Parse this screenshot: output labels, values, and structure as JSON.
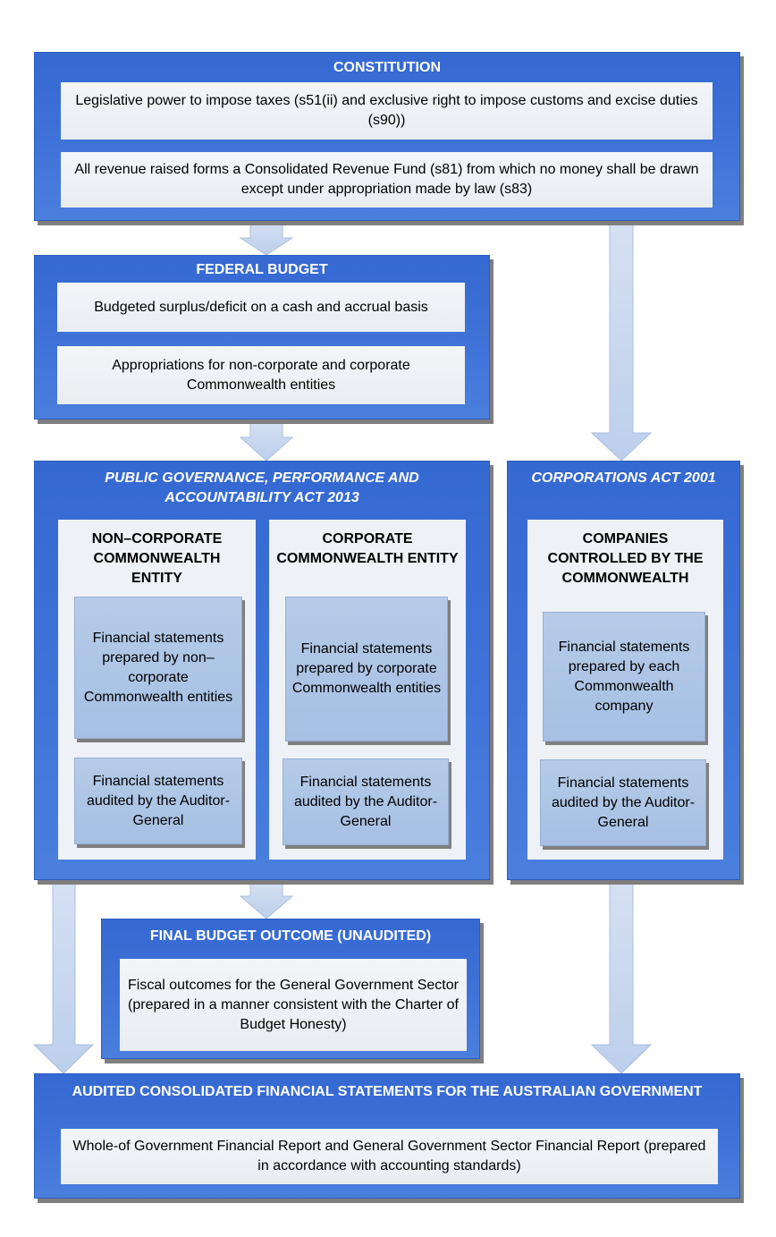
{
  "constitution": {
    "title": "CONSTITUTION",
    "box1": "Legislative power to impose taxes (s51(ii) and exclusive right to impose customs and excise duties (s90))",
    "box2": "All revenue raised forms a Consolidated Revenue Fund (s81) from which no money shall be drawn except under appropriation made by law (s83)"
  },
  "federal_budget": {
    "title": "FEDERAL BUDGET",
    "box1": "Budgeted surplus/deficit on a cash and accrual basis",
    "box2": "Appropriations for non-corporate and corporate Commonwealth entities"
  },
  "pgpa": {
    "title": "PUBLIC GOVERNANCE, PERFORMANCE AND ACCOUNTABILITY ACT 2013",
    "non_corporate": {
      "title": "NON–CORPORATE COMMONWEALTH ENTITY",
      "prepared": "Financial statements prepared by non–corporate Commonwealth entities",
      "audited": "Financial statements audited by the Auditor-General"
    },
    "corporate": {
      "title": "CORPORATE COMMONWEALTH ENTITY",
      "prepared": "Financial statements prepared by corporate Commonwealth entities",
      "audited": "Financial statements audited by the Auditor-General"
    }
  },
  "corporations_act": {
    "title": "CORPORATIONS ACT 2001",
    "sub_title": "COMPANIES CONTROLLED BY THE COMMONWEALTH",
    "prepared": "Financial statements prepared by each Commonwealth company",
    "audited": "Financial statements audited by the Auditor-General"
  },
  "final_budget": {
    "title": "FINAL BUDGET OUTCOME (UNAUDITED)",
    "box1": "Fiscal outcomes for the General Government Sector (prepared in a manner consistent with the Charter of Budget Honesty)"
  },
  "audited_consolidated": {
    "title": "AUDITED CONSOLIDATED FINANCIAL STATEMENTS FOR THE AUSTRALIAN GOVERNMENT",
    "box1": "Whole-of Government Financial Report and General Government Sector Financial Report (prepared in accordance with accounting standards)"
  },
  "colors": {
    "panel_blue": "#3f73d8",
    "arrow_fill": "#c5d4ec",
    "card_blue": "#aec5e6"
  }
}
